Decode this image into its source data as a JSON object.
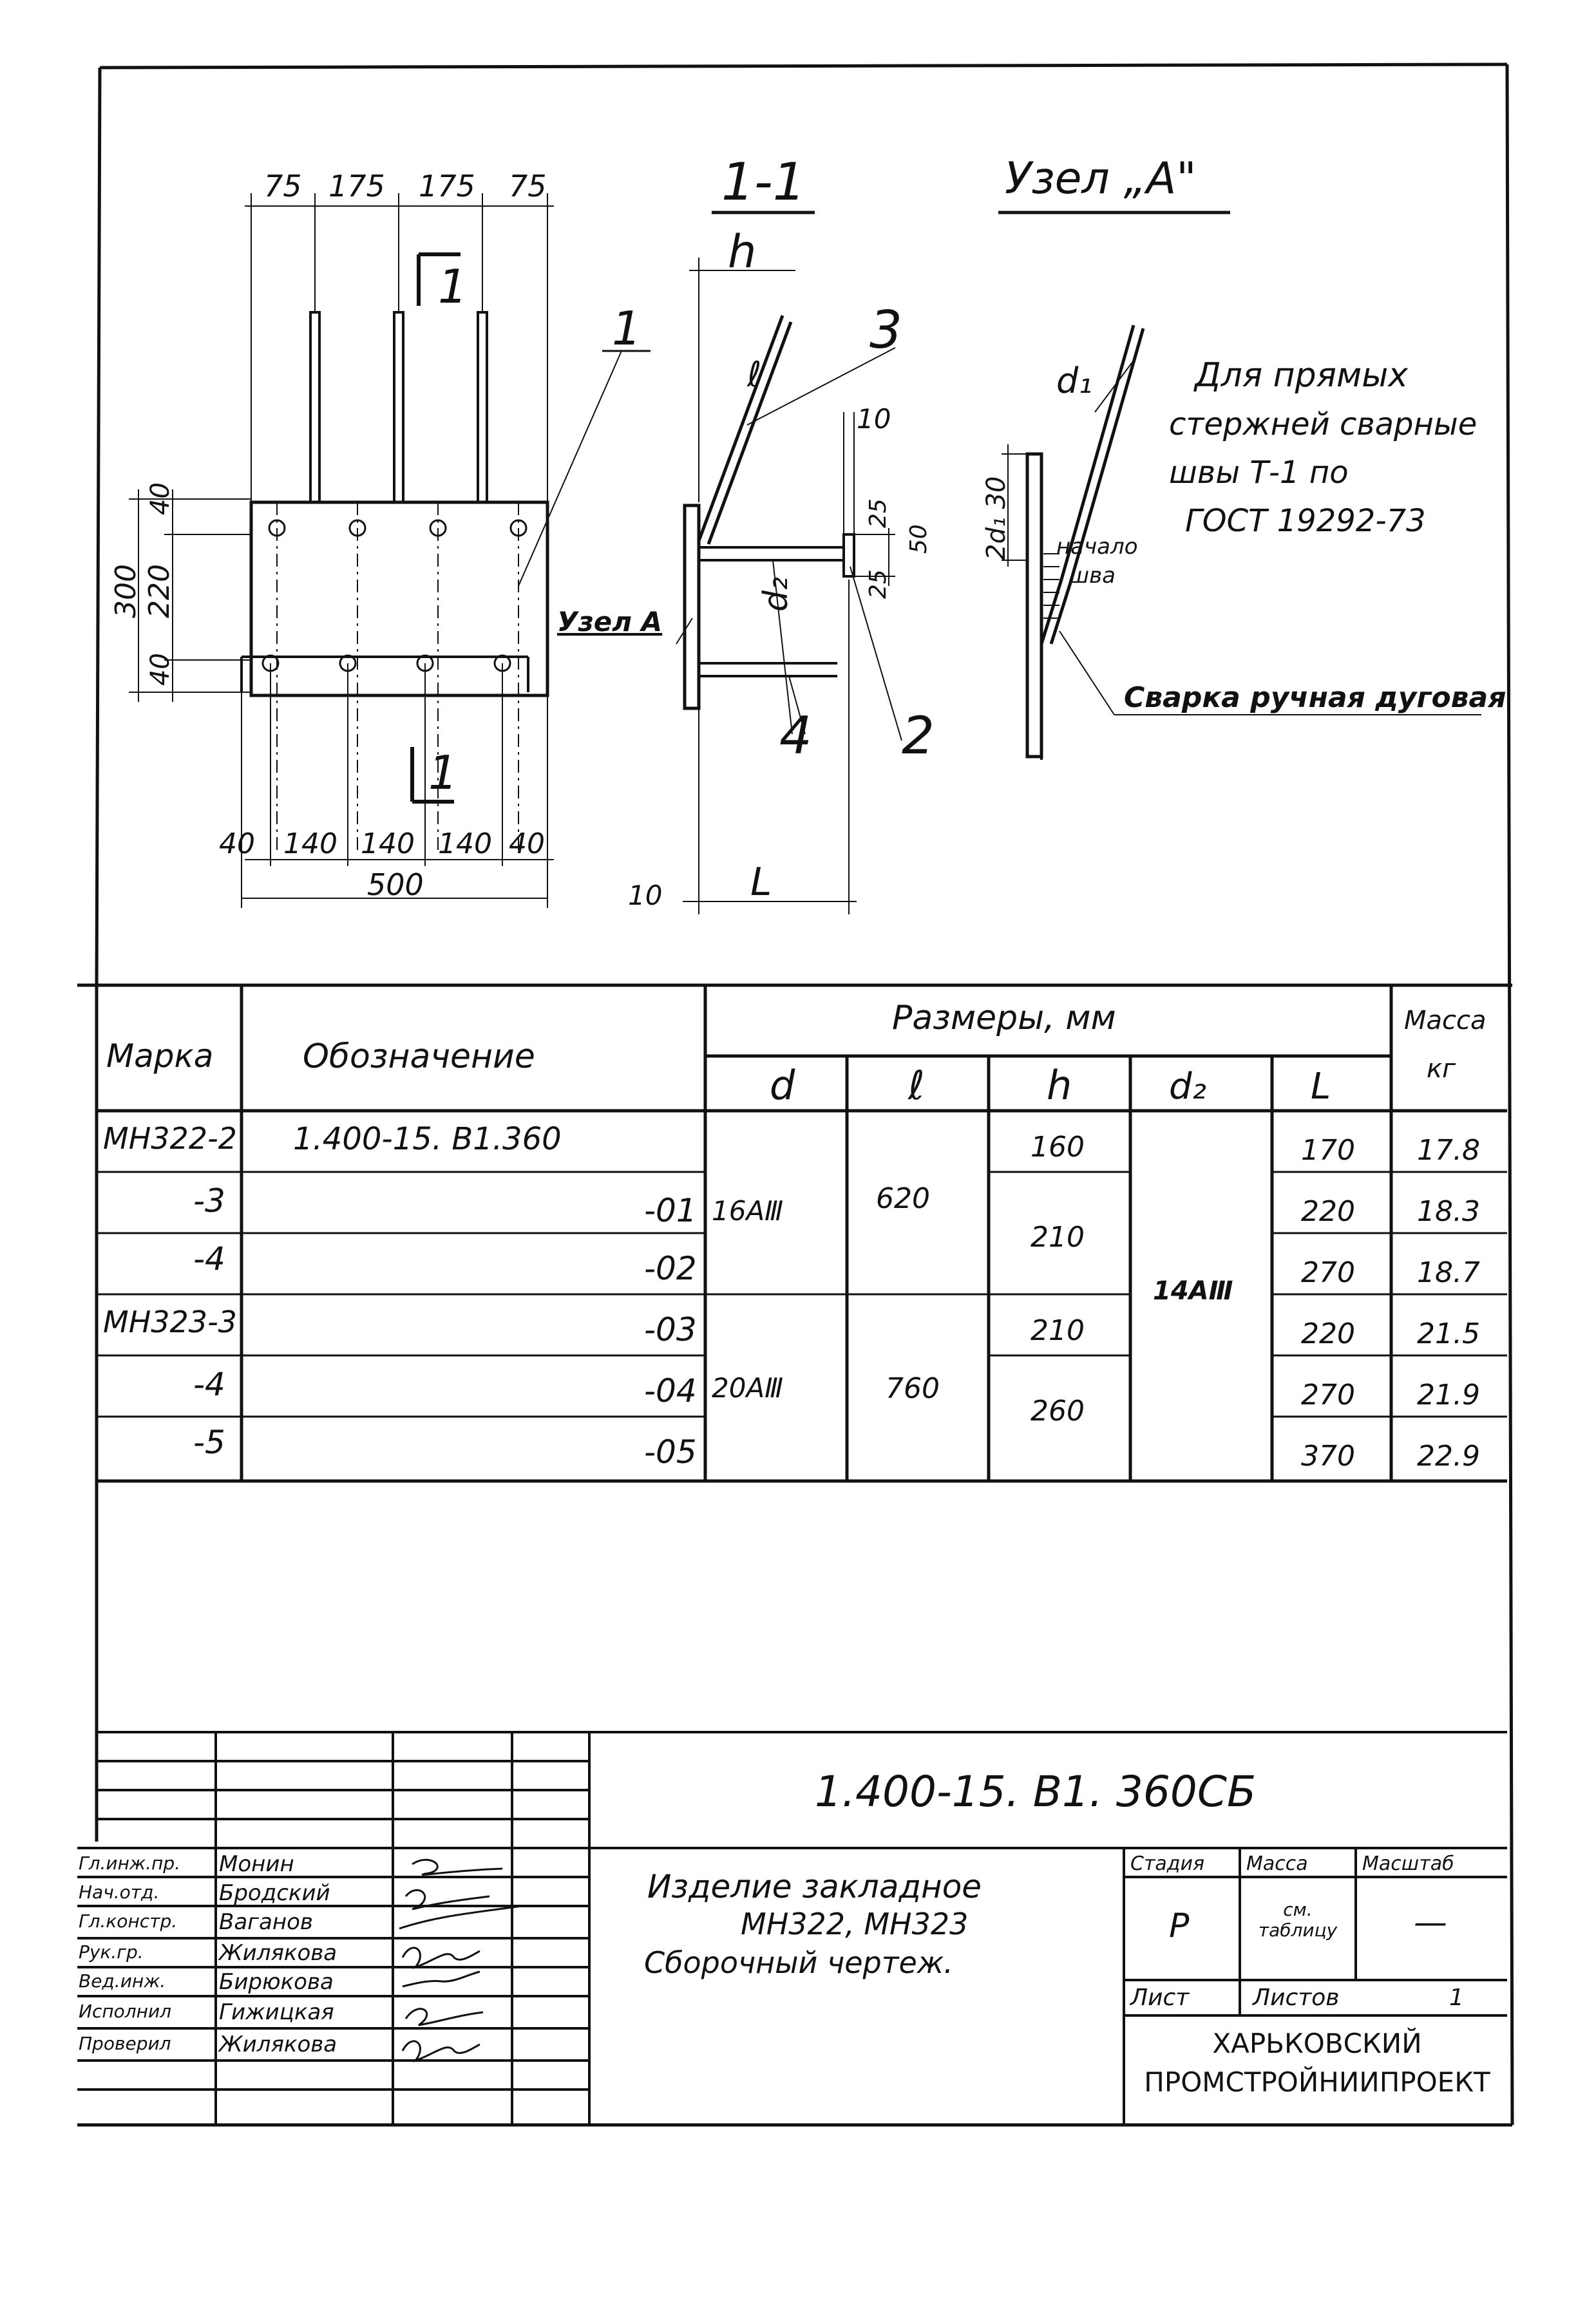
{
  "drawing": {
    "plan": {
      "dims_top": [
        "75",
        "175",
        "175",
        "75"
      ],
      "dims_left": [
        "300",
        "220",
        "40",
        "40"
      ],
      "dims_bottom": [
        "40",
        "140",
        "140",
        "140",
        "40"
      ],
      "total_width": "500",
      "section_mark_top": "1",
      "section_mark_bottom": "1",
      "callout_1": "1",
      "node_label": "Узел А"
    },
    "section": {
      "title": "1-1",
      "h": "h",
      "l_top": "ℓ",
      "l_bottom": "L",
      "callout_2": "2",
      "callout_3": "3",
      "callout_4": "4",
      "d2": "d₂",
      "dim_10_top": "10",
      "dim_10_bottom": "10",
      "dim_25": "25",
      "dim_50": "50",
      "dim_25b": "25"
    },
    "node": {
      "title": "Узел „А\"",
      "d1": "d₁",
      "dims": "2d₁ 30",
      "start_label": "начало",
      "start_label2": "шва",
      "weld_label": "Сварка ручная дуговая"
    },
    "note": [
      "Для прямых",
      "стержней сварные",
      "швы Т-1 по",
      "ГОСТ 19292-73"
    ]
  },
  "table": {
    "headers": {
      "mark": "Марка",
      "designation": "Обозначение",
      "sizes": "Размеры, мм",
      "mass": "Масса",
      "mass_unit": "кг",
      "d": "d",
      "l": "ℓ",
      "h": "h",
      "d2": "d₂",
      "L": "L"
    },
    "rows": [
      {
        "mark": "МН322-2",
        "designation": "1.400-15. В1.360",
        "L": "170",
        "mass": "17.8"
      },
      {
        "mark": "-3",
        "designation": "-01",
        "L": "220",
        "mass": "18.3"
      },
      {
        "mark": "-4",
        "designation": "-02",
        "L": "270",
        "mass": "18.7"
      },
      {
        "mark": "МН323-3",
        "designation": "-03",
        "L": "220",
        "mass": "21.5"
      },
      {
        "mark": "-4",
        "designation": "-04",
        "L": "270",
        "mass": "21.9"
      },
      {
        "mark": "-5",
        "designation": "-05",
        "L": "370",
        "mass": "22.9"
      }
    ],
    "merged": {
      "d_a": "16АⅢ",
      "l_a": "620",
      "d_b": "20АⅢ",
      "l_b": "760",
      "h_1": "160",
      "h_2": "210",
      "h_3": "210",
      "h_4": "260",
      "d2": "14АⅢ"
    }
  },
  "title_block": {
    "doc_code": "1.400-15. В1. 360СБ",
    "title_lines": [
      "Изделие закладное",
      "МН322, МН323",
      "Сборочный чертеж."
    ],
    "stage_label": "Стадия",
    "mass_label": "Масса",
    "scale_label": "Масштаб",
    "stage": "Р",
    "mass": "см. таблицу",
    "scale": "—",
    "sheet_label": "Лист",
    "sheets_label": "Листов",
    "sheets": "1",
    "org": [
      "ХАРЬКОВСКИЙ",
      "ПРОМСТРОЙНИИПРОЕКТ"
    ],
    "staff": [
      {
        "role": "Гл.инж.пр.",
        "name": "Монин"
      },
      {
        "role": "Нач.отд.",
        "name": "Бродский"
      },
      {
        "role": "Гл.констр.",
        "name": "Ваганов"
      },
      {
        "role": "Рук.гр.",
        "name": "Жилякова"
      },
      {
        "role": "Вед.инж.",
        "name": "Бирюкова"
      },
      {
        "role": "Исполнил",
        "name": "Гижицкая"
      },
      {
        "role": "Проверил",
        "name": "Жилякова"
      }
    ]
  }
}
